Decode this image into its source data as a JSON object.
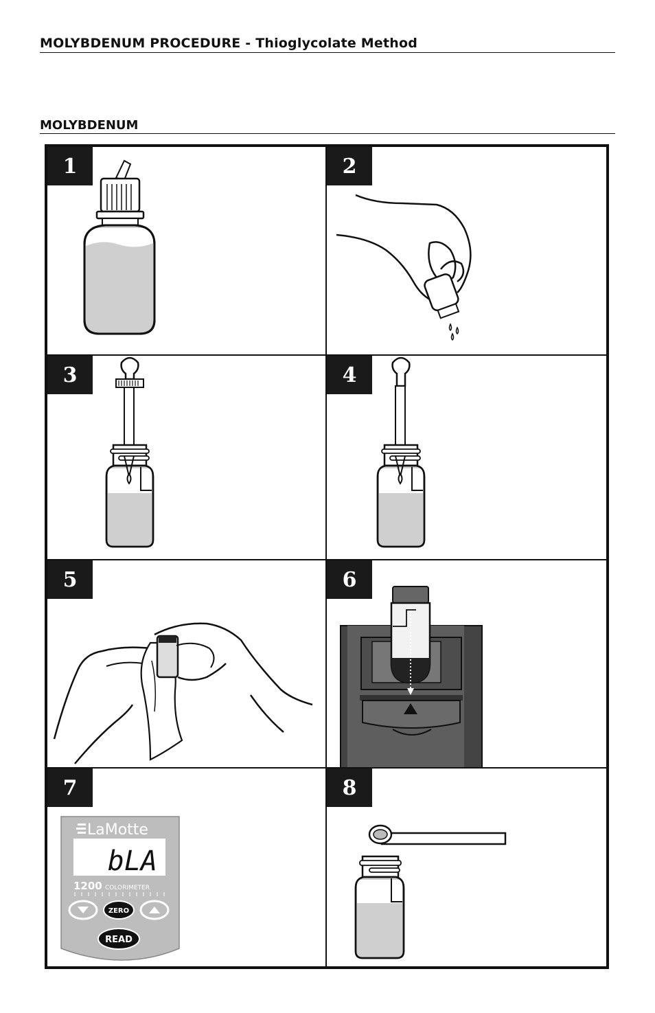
{
  "header": {
    "title": "MOLYBDENUM PROCEDURE - Thioglycolate Method"
  },
  "section": {
    "title": "MOLYBDENUM"
  },
  "steps": [
    {
      "number": "1",
      "illustration": "reagent-bottle"
    },
    {
      "number": "2",
      "illustration": "hand-dispensing-drops"
    },
    {
      "number": "3",
      "illustration": "pipette-in-vial"
    },
    {
      "number": "4",
      "illustration": "pipette-in-vial"
    },
    {
      "number": "5",
      "illustration": "wiping-vial-with-tissue"
    },
    {
      "number": "6",
      "illustration": "inserting-vial-into-meter"
    },
    {
      "number": "7",
      "illustration": "colorimeter-display"
    },
    {
      "number": "8",
      "illustration": "spoon-and-vial"
    }
  ],
  "meter": {
    "brand": "LaMotte",
    "display": "bLA",
    "model_number": "1200",
    "model_name": "COLORIMETER",
    "zero_label": "ZERO",
    "read_label": "READ"
  },
  "colors": {
    "ink": "#111111",
    "liquid": "#cfcfcf",
    "meter_body": "#555555",
    "panel_bg": "#bdbdbd"
  }
}
